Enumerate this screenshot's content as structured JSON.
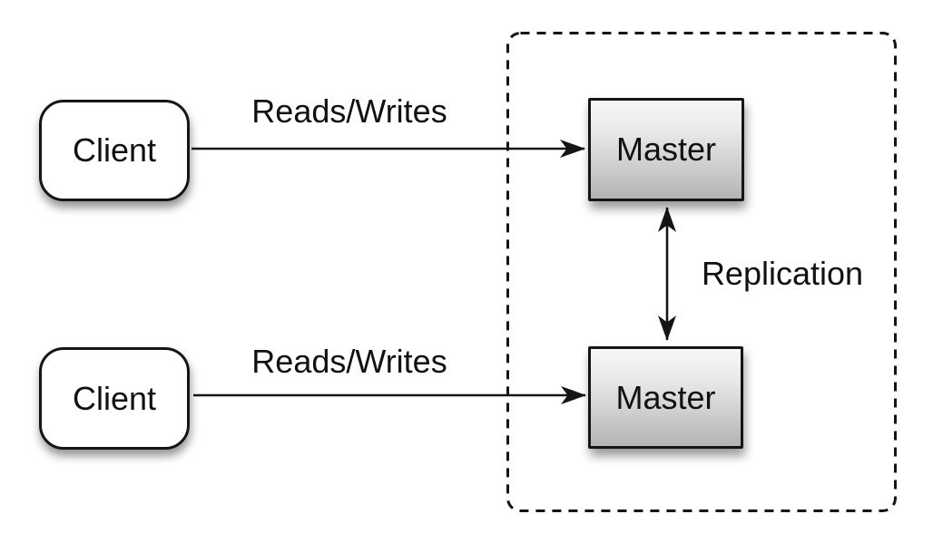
{
  "nodes": {
    "client_top": {
      "label": "Client"
    },
    "client_bottom": {
      "label": "Client"
    },
    "master_top": {
      "label": "Master"
    },
    "master_bottom": {
      "label": "Master"
    }
  },
  "edges": {
    "reads_writes_top": {
      "label": "Reads/Writes"
    },
    "reads_writes_bottom": {
      "label": "Reads/Writes"
    },
    "replication": {
      "label": "Replication"
    }
  },
  "colors": {
    "background": "#ffffff",
    "line": "#151515",
    "node_border": "#151515",
    "client_fill": "#ffffff",
    "master_fill_top": "#f8f8f8",
    "master_fill_bottom": "#b4b4b4",
    "text": "#111111"
  }
}
